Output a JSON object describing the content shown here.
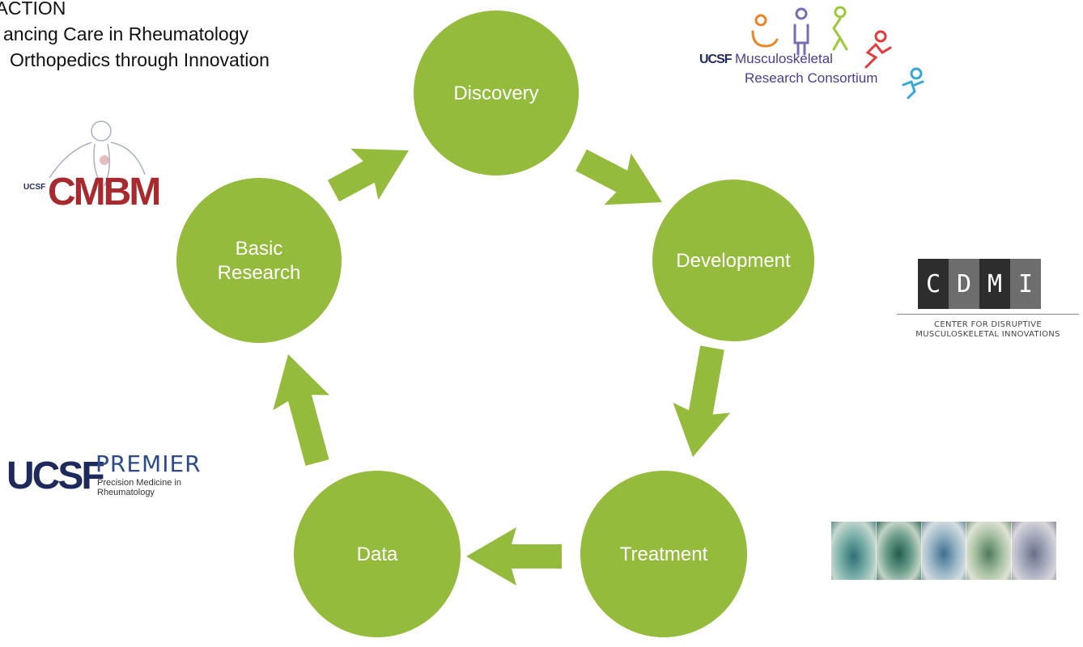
{
  "header": {
    "line1": "SF ACTION",
    "line2": "ancing Care in Rheumatology",
    "line3": "Orthopedics through Innovation"
  },
  "colors": {
    "node": "#95bb3d",
    "arrow": "#95bb3d"
  },
  "cycle": {
    "nodes": [
      {
        "id": "discovery",
        "lines": [
          "Discovery"
        ]
      },
      {
        "id": "development",
        "lines": [
          "Development"
        ]
      },
      {
        "id": "treatment",
        "lines": [
          "Treatment"
        ]
      },
      {
        "id": "data",
        "lines": [
          "Data"
        ]
      },
      {
        "id": "basic-research",
        "lines": [
          "Basic",
          "Research"
        ]
      }
    ]
  },
  "logos": {
    "mrc": {
      "ucsf": "UCSF",
      "line1": "Musculoskeletal",
      "line2": "Research Consortium"
    },
    "cmbm": {
      "ucsf": "UCSF",
      "letters": "CMBM"
    },
    "cdmi": {
      "letters": [
        "C",
        "D",
        "M",
        "I"
      ],
      "sub1": "CENTER FOR DISRUPTIVE",
      "sub2": "MUSCULOSKELETAL INNOVATIONS"
    },
    "premier": {
      "ucsf": "UCSF",
      "brand": "PREMIER",
      "t1": "Precision Medicine in",
      "t2": "Rheumatology"
    }
  }
}
